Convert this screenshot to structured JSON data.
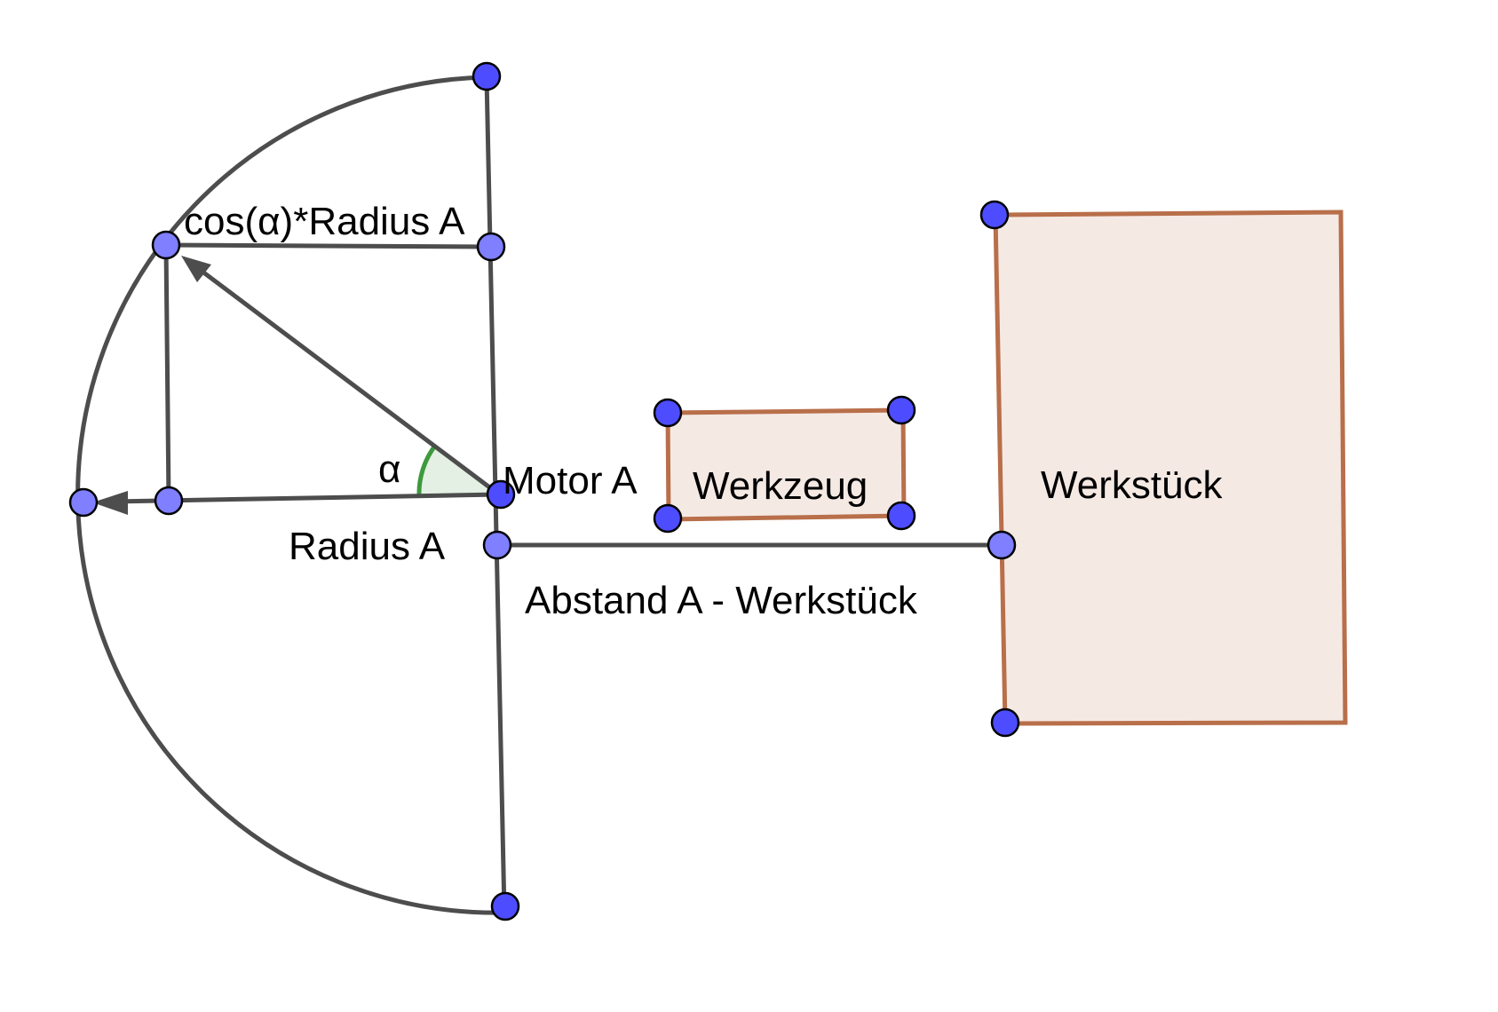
{
  "labels": {
    "cos_radius": "cos(α)*Radius A",
    "alpha": "α",
    "motor": "Motor A",
    "radius": "Radius A",
    "tool": "Werkzeug",
    "workpiece": "Werkstück",
    "distance": "Abstand A - Werkstück"
  },
  "colors": {
    "line": "#4d4d4d",
    "point_fill": "#4d4dff",
    "point_fill_light": "#7f7fff",
    "shape_stroke": "#b86f4a",
    "shape_fill": "#f5e9e4",
    "angle_stroke": "#3d9a3d",
    "angle_fill": "#e3f0e3"
  },
  "icons": {
    "point": "filled-circle",
    "arrowhead": "triangle-arrowhead"
  }
}
